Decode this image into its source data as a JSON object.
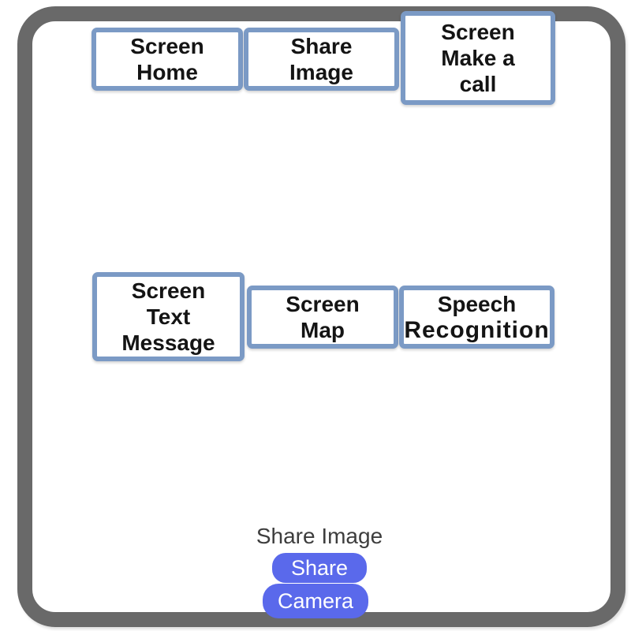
{
  "colors": {
    "frame_gray": "#696969",
    "nav_button_border": "#7b9ac5",
    "nav_button_background": "#ffffff",
    "nav_button_text": "#141414",
    "pill_background": "#5a69eb",
    "pill_text": "#ffffff",
    "bottom_label_text": "#3d3d3d",
    "page_background": "#ffffff"
  },
  "nav_buttons": [
    {
      "name": "screen-home",
      "label": "Screen Home",
      "lines": [
        "Screen",
        "Home"
      ]
    },
    {
      "name": "share-image",
      "label": "Share Image",
      "lines": [
        "Share",
        "Image"
      ]
    },
    {
      "name": "screen-make-a-call",
      "label": "Screen Make a call",
      "lines": [
        "Screen",
        "Make a",
        "call"
      ]
    },
    {
      "name": "screen-text-message",
      "label": "Screen Text Message",
      "lines": [
        "Screen",
        "Text",
        "Message"
      ]
    },
    {
      "name": "screen-map",
      "label": "Screen Map",
      "lines": [
        "Screen",
        "Map"
      ]
    },
    {
      "name": "speech-recognition",
      "label": "Speech Recognition",
      "lines": [
        "Speech",
        "Recognition"
      ]
    }
  ],
  "bottom_panel": {
    "label": "Share Image",
    "buttons": [
      {
        "name": "share",
        "label": "Share"
      },
      {
        "name": "camera",
        "label": "Camera"
      }
    ]
  }
}
